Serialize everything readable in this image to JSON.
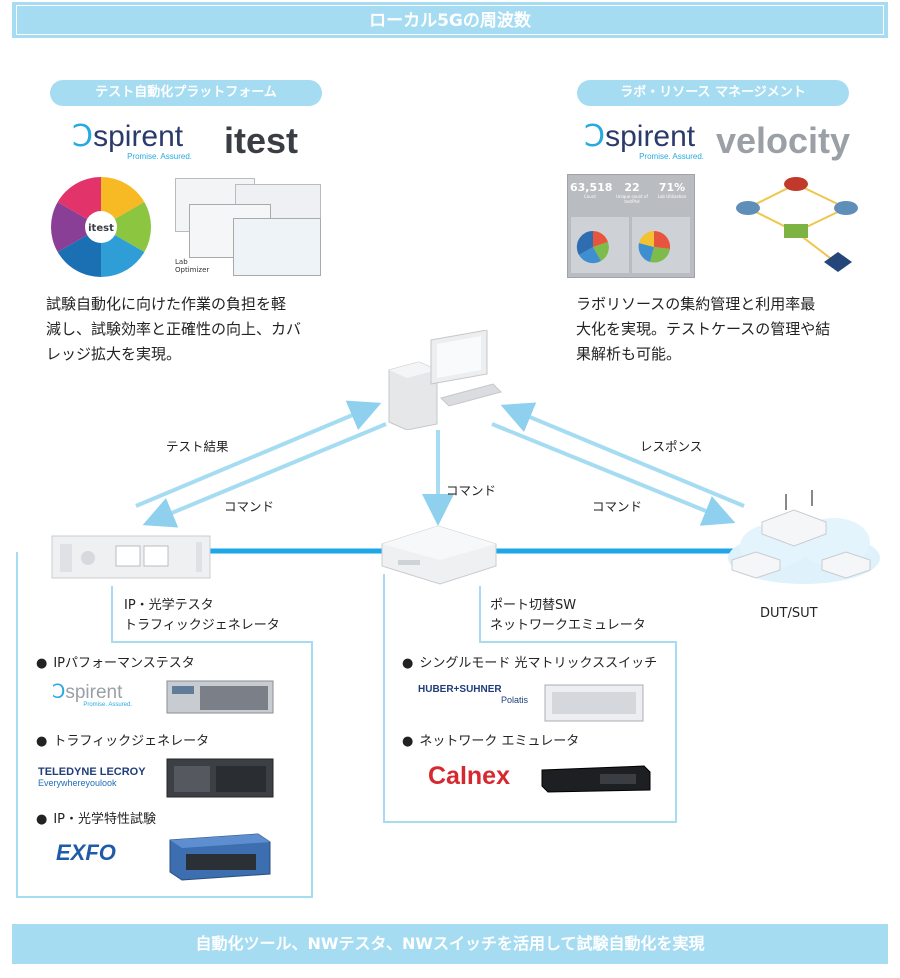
{
  "banner_top": "ローカル5Gの周波数",
  "banner_bottom": "自動化ツール、NWテスタ、NWスイッチを活用して試験自動化を実現",
  "left_section": {
    "pill": "テスト自動化プラットフォーム",
    "logo_spirent": "spirent",
    "logo_spirent_tag": "Promise. Assured.",
    "logo_itest": "itest",
    "wheel_center": "itest",
    "screens_caption": "Lab Optimizer",
    "description": [
      "試験自動化に向けた作業の負担を軽",
      "減し、試験効率と正確性の向上、カバ",
      "レッジ拡大を実現。"
    ]
  },
  "right_section": {
    "pill": "ラボ・リソース マネージメント",
    "logo_spirent": "spirent",
    "logo_spirent_tag": "Promise. Assured.",
    "logo_velocity": "velocity",
    "dashboard": {
      "stats": [
        {
          "value": "63,518",
          "label": "Count"
        },
        {
          "value": "22",
          "label": "Unique count of testPhd"
        },
        {
          "value": "71%",
          "label": "Lab Utilization"
        }
      ]
    },
    "description": [
      "ラボリソースの集約管理と利用率最",
      "大化を実現。テストケースの管理や結",
      "果解析も可能。"
    ]
  },
  "arrows": {
    "test_result": "テスト結果",
    "command_left": "コマンド",
    "command_center": "コマンド",
    "command_right": "コマンド",
    "response": "レスポンス"
  },
  "nodes": {
    "tester_label": [
      "IP・光学テスタ",
      "トラフィックジェネレータ"
    ],
    "switch_label": [
      "ポート切替SW",
      "ネットワークエミュレータ"
    ],
    "dut_label": "DUT/SUT"
  },
  "left_panel": {
    "items": [
      {
        "label": "IPパフォーマンステスタ",
        "vendor": "spirent",
        "vendor_tag": "Promise. Assured."
      },
      {
        "label": "トラフィックジェネレータ",
        "vendor": "TELEDYNE LECROY",
        "vendor_tag": "Everywhereyoulook"
      },
      {
        "label": "IP・光学特性試験",
        "vendor": "EXFO"
      }
    ]
  },
  "right_panel": {
    "items": [
      {
        "label": "シングルモード 光マトリックススイッチ",
        "vendor": "HUBER+SUHNER",
        "vendor_tag": "Polatis"
      },
      {
        "label": "ネットワーク エミュレータ",
        "vendor": "Calnex"
      }
    ]
  },
  "colors": {
    "accent": "#a6dcf2",
    "arrow": "#8fd0ee",
    "line": "#1ea6e6",
    "spirent_blue": "#27a9e1",
    "calnex_red": "#d7282f",
    "exfo_blue": "#1f5ca8"
  }
}
